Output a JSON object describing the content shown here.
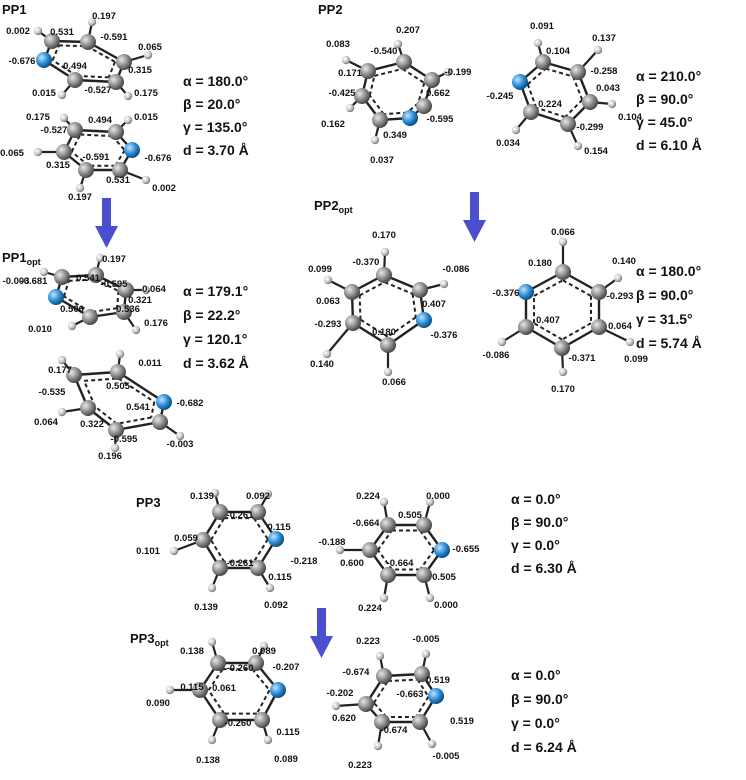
{
  "colors": {
    "carbon": "#8a8a8a",
    "nitrogen": "#2a8bd6",
    "hydrogen": "#cfcfcf",
    "arrow": "#4a4fcf",
    "bond": "#222222"
  },
  "panels": {
    "pp1": {
      "title": "PP1",
      "params": [
        "α = 180.0°",
        "β = 20.0°",
        "γ = 135.0°",
        "d = 3.70 Å"
      ],
      "top_ring": {
        "n_charge": "-0.676",
        "ring": [
          "0.531",
          "-0.591",
          "0.315",
          "-0.527",
          "0.494"
        ],
        "h": [
          "0.002",
          "0.197",
          "0.065",
          "0.175",
          "0.015"
        ]
      },
      "bottom_ring": {
        "ring": [
          "-0.527",
          "0.494",
          "-0.676",
          "0.531",
          "-0.591",
          "0.315"
        ],
        "h": [
          "0.175",
          "0.015",
          "0.002",
          "0.197",
          "0.065"
        ]
      }
    },
    "pp1opt": {
      "title": "PP1",
      "sub": "opt",
      "params": [
        "α = 179.1°",
        "β = 22.2°",
        "γ = 120.1°",
        "d = 3.62 Å"
      ],
      "top_ring": {
        "n_charge": "-0.681",
        "ring": [
          "0.541",
          "-0.595",
          "0.321",
          "0.536",
          "0.506"
        ],
        "h": [
          "-0.003",
          "0.197",
          "0.064",
          "0.176",
          "0.010"
        ]
      },
      "bottom_ring": {
        "ring": [
          "-0.535",
          "0.505",
          "-0.682",
          "0.541",
          "-0.595",
          "0.322"
        ],
        "h": [
          "0.177",
          "0.011",
          "-0.003",
          "0.196",
          "0.064"
        ]
      }
    },
    "pp2": {
      "title": "PP2",
      "params": [
        "α = 210.0°",
        "β = 90.0°",
        "γ = 45.0°",
        "d = 6.10 Å"
      ],
      "left_ring": {
        "ring": [
          "0.171",
          "-0.540",
          "-0.425",
          "0.662",
          "0.349",
          "-0.595"
        ],
        "h": [
          "0.083",
          "0.207",
          "-0.199",
          "0.162",
          "0.037"
        ]
      },
      "right_ring": {
        "n_charge": "-0.245",
        "ring": [
          "0.104",
          "-0.258",
          "0.043",
          "0.224",
          "-0.299"
        ],
        "h": [
          "0.091",
          "0.137",
          "0.104",
          "0.034",
          "0.154"
        ]
      }
    },
    "pp2opt": {
      "title": "PP2",
      "sub": "opt",
      "params": [
        "α = 180.0°",
        "β = 90.0°",
        "γ = 31.5°",
        "d = 5.74 Å"
      ],
      "left_ring": {
        "ring": [
          "-0.370",
          "0.063",
          "0.407",
          "-0.293",
          "0.180",
          "-0.376"
        ],
        "h": [
          "0.170",
          "0.099",
          "-0.086",
          "0.140",
          "0.066"
        ]
      },
      "right_ring": {
        "n_charge": "-0.376",
        "ring": [
          "0.180",
          "-0.293",
          "0.407",
          "0.064",
          "-0.371"
        ],
        "h": [
          "0.066",
          "0.140",
          "-0.086",
          "0.099",
          "0.170"
        ]
      }
    },
    "pp3": {
      "title": "PP3",
      "params": [
        "α = 0.0°",
        "β = 90.0°",
        "γ = 0.0°",
        "d = 6.30 Å"
      ],
      "left_ring": {
        "n_charge": "-0.218",
        "ring": [
          "-0.261",
          "0.115",
          "0.059",
          "-0.261",
          "0.115"
        ],
        "h": [
          "0.139",
          "0.092",
          "0.101",
          "0.139",
          "0.092"
        ]
      },
      "right_ring": {
        "n_charge": "-0.655",
        "ring": [
          "-0.664",
          "0.505",
          "-0.188",
          "0.600",
          "-0.664",
          "0.505"
        ],
        "h": [
          "0.224",
          "0.000",
          "0.224",
          "0.000"
        ]
      }
    },
    "pp3opt": {
      "title": "PP3",
      "sub": "opt",
      "params": [
        "α = 0.0°",
        "β = 90.0°",
        "γ = 0.0°",
        "d = 6.24 Å"
      ],
      "left_ring": {
        "n_charge": "-0.207",
        "ring": [
          "-0.260",
          "0.115",
          "0.061",
          "-0.260",
          "0.115"
        ],
        "h": [
          "0.138",
          "0.089",
          "0.090",
          "0.138",
          "0.089"
        ]
      },
      "right_ring": {
        "n_charge": "-0.663",
        "ring": [
          "-0.674",
          "0.519",
          "-0.202",
          "0.620",
          "-0.674",
          "0.519"
        ],
        "h": [
          "0.223",
          "-0.005",
          "0.223",
          "-0.005"
        ]
      }
    }
  }
}
